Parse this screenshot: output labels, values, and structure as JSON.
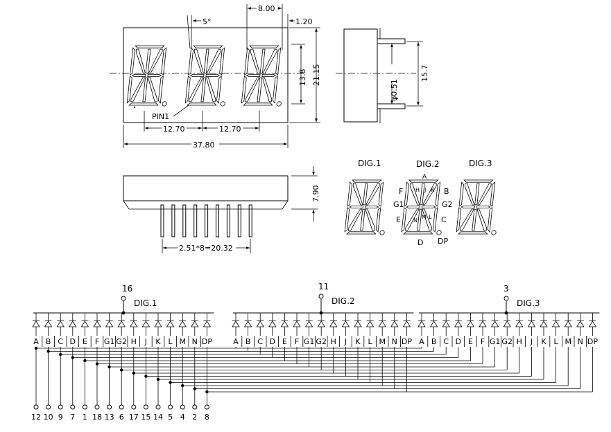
{
  "front_view": {
    "dims": {
      "angle": "5°",
      "digit_pitch_top": "8.00",
      "offset": "1.20",
      "seg_height": "13.8",
      "body_height": "21.15",
      "pitch_1": "12.70",
      "pitch_2": "12.70",
      "body_width": "37.80"
    },
    "pin1_label": "PIN1"
  },
  "side_view": {
    "dims": {
      "pin_dia": "φ0.51",
      "pin_len": "15.7"
    }
  },
  "bottom_view": {
    "dims": {
      "height": "7.90",
      "pin_span": "2.51*8=20.32"
    }
  },
  "segment_map": {
    "digits": [
      "DIG.1",
      "DIG.2",
      "DIG.3"
    ],
    "labels": [
      "A",
      "F",
      "H",
      "J",
      "K",
      "B",
      "G1",
      "G2",
      "E",
      "N",
      "M",
      "L",
      "C",
      "D",
      "DP"
    ]
  },
  "schematic": {
    "commons": [
      {
        "pin": "16",
        "label": "DIG.1"
      },
      {
        "pin": "11",
        "label": "DIG.2"
      },
      {
        "pin": "3",
        "label": "DIG.3"
      }
    ],
    "segments": [
      "A",
      "B",
      "C",
      "D",
      "E",
      "F",
      "G1",
      "G2",
      "H",
      "J",
      "K",
      "L",
      "M",
      "N",
      "DP"
    ],
    "segment_pins": [
      "12",
      "10",
      "9",
      "7",
      "1",
      "18",
      "13",
      "6",
      "17",
      "15",
      "14",
      "5",
      "4",
      "2",
      "8"
    ]
  }
}
